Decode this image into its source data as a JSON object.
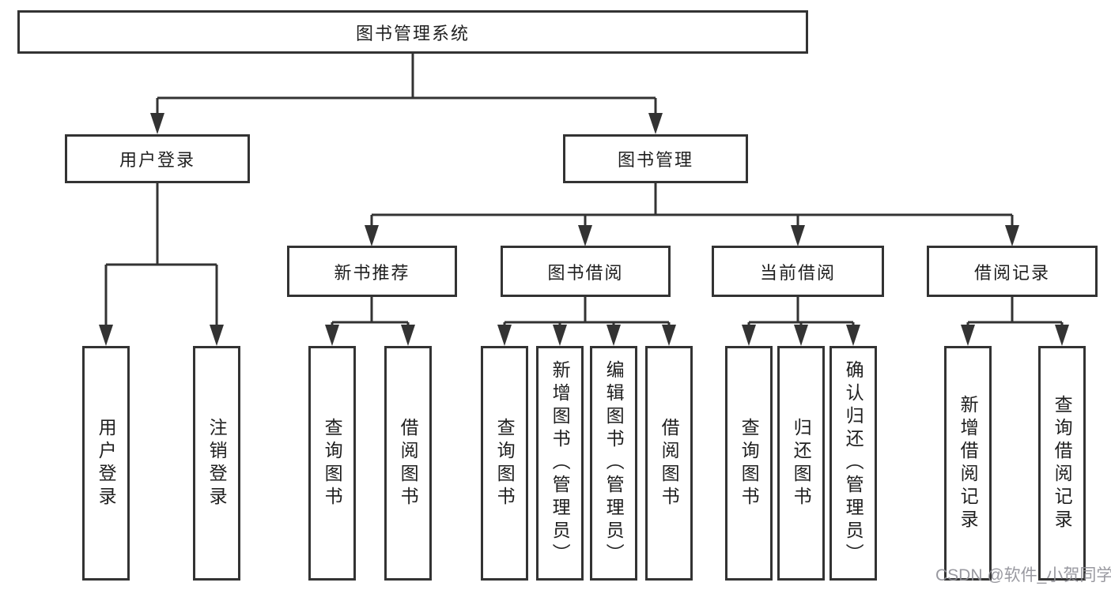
{
  "colors": {
    "line": "#333333",
    "ink": "#1f1f1f",
    "bg": "#ffffff",
    "watermark": "#8f8f96"
  },
  "watermark": {
    "text": "CSDN @软件_小贺同学"
  },
  "nodes": {
    "root": {
      "label": "图书管理系统"
    },
    "user_login": {
      "label": "用户登录"
    },
    "book_mgmt": {
      "label": "图书管理"
    },
    "new_book_rec": {
      "label": "新书推荐"
    },
    "book_borrow": {
      "label": "图书借阅"
    },
    "current_borrow": {
      "label": "当前借阅"
    },
    "borrow_records": {
      "label": "借阅记录"
    },
    "leaf_user_login": {
      "label": "用户登录"
    },
    "leaf_logout": {
      "label": "注销登录"
    },
    "leaf_rec_query": {
      "label": "查询图书"
    },
    "leaf_rec_borrow": {
      "label": "借阅图书"
    },
    "leaf_bb_query": {
      "label": "查询图书"
    },
    "leaf_bb_add": {
      "label": "新增图书（管理员）"
    },
    "leaf_bb_edit": {
      "label": "编辑图书（管理员）"
    },
    "leaf_bb_borrow": {
      "label": "借阅图书"
    },
    "leaf_cb_query": {
      "label": "查询图书"
    },
    "leaf_cb_return": {
      "label": "归还图书"
    },
    "leaf_cb_confirm": {
      "label": "确认归还（管理员）"
    },
    "leaf_br_add": {
      "label": "新增借阅记录"
    },
    "leaf_br_query": {
      "label": "查询借阅记录"
    }
  }
}
